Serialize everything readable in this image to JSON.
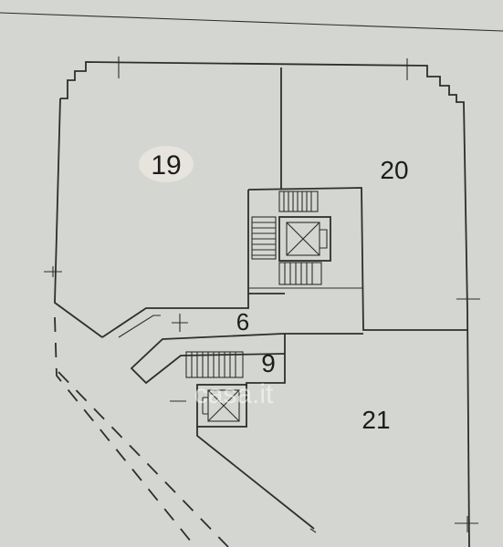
{
  "units": [
    "19",
    "20",
    "6",
    "9",
    "21"
  ],
  "watermark": "casa.it",
  "colors": {
    "paper": "#d4d6d2",
    "ink": "#2d2f2c",
    "highlight": "#e6e4dd"
  }
}
